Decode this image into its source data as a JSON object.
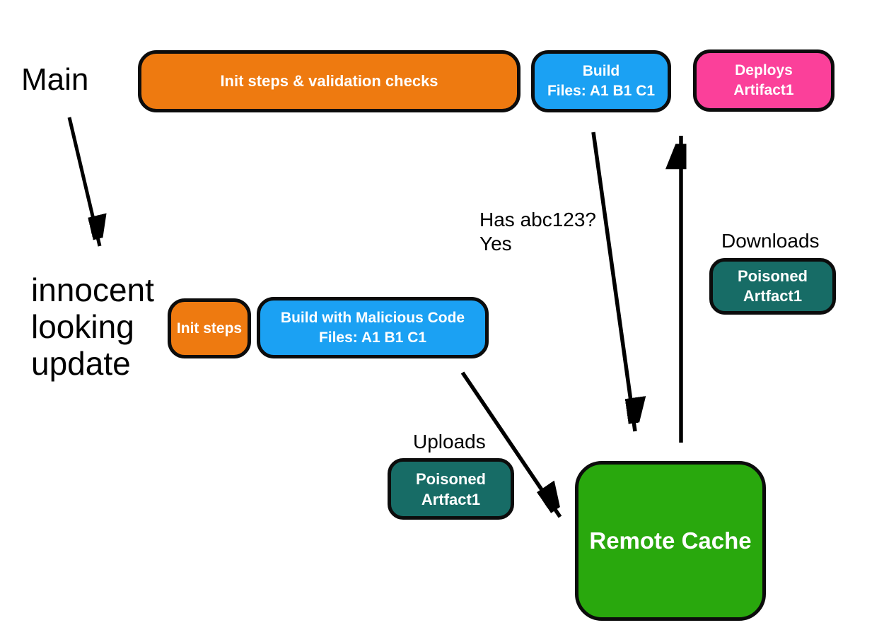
{
  "labels": {
    "main": "Main",
    "update": "innocent looking update"
  },
  "annotations": {
    "has_hash_question": "Has abc123?",
    "has_hash_answer": "Yes",
    "downloads": "Downloads",
    "uploads": "Uploads"
  },
  "nodes": {
    "init_validation": {
      "label": "Init steps & validation checks",
      "color": "#ee7a10"
    },
    "build": {
      "line1": "Build",
      "line2": "Files: A1 B1 C1",
      "color": "#1ba1f3"
    },
    "deploys": {
      "line1": "Deploys",
      "line2": "Artifact1",
      "color": "#fb409a"
    },
    "init_steps": {
      "label": "Init steps",
      "color": "#ee7a10"
    },
    "build_malicious": {
      "line1": "Build with Malicious Code",
      "line2": "Files: A1 B1 C1",
      "color": "#1ba1f3"
    },
    "poisoned_upload": {
      "line1": "Poisoned",
      "line2": "Artfact1",
      "color": "#176c66"
    },
    "poisoned_download": {
      "line1": "Poisoned",
      "line2": "Artfact1",
      "color": "#176c66"
    },
    "remote_cache": {
      "label": "Remote Cache",
      "color": "#29a80d"
    }
  },
  "style": {
    "node_border_color": "#0c0c0c",
    "node_text_color": "#ffffff",
    "arrow_color": "#000000",
    "label_text_color": "#000000",
    "background_color": "#ffffff"
  }
}
